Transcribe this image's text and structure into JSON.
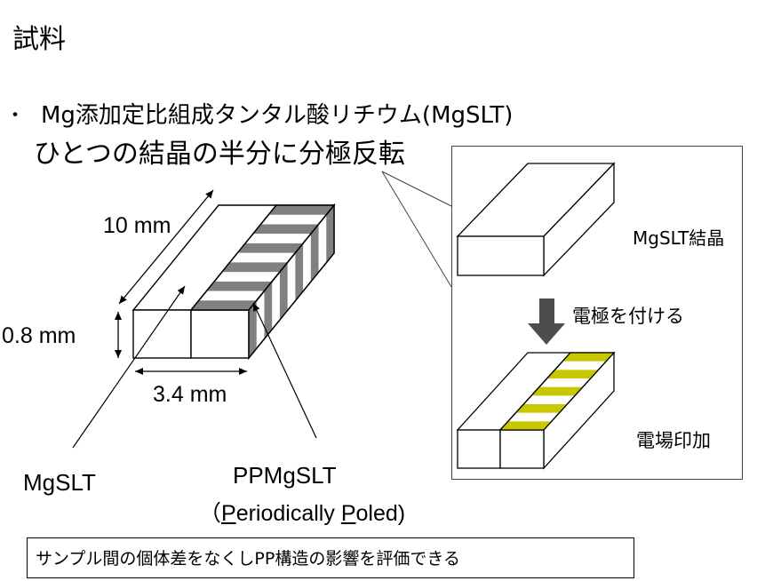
{
  "title": "試料",
  "bullet": {
    "marker": "・",
    "text": "Mg添加定比組成タンタル酸リチウム(MgSLT)"
  },
  "subline": "ひとつの結晶の半分に分極反転",
  "dimensions": {
    "length": "10 mm",
    "thickness": "0.8 mm",
    "width": "3.4 mm"
  },
  "labels": {
    "mgslt": "MgSLT",
    "ppmgslt": "PPMgSLT",
    "pp_full": {
      "open": "（",
      "p1": "P",
      "mid": "eriodically ",
      "p2": "P",
      "rest": "oled)"
    }
  },
  "inset": {
    "crystal": "MgSLT結晶",
    "electrode": "電極を付ける",
    "field": "電場印加"
  },
  "note": "サンプル間の個体差をなくしPP構造の影響を評価できる",
  "colors": {
    "stripe": "#808080",
    "electrode": "#c8c800"
  }
}
